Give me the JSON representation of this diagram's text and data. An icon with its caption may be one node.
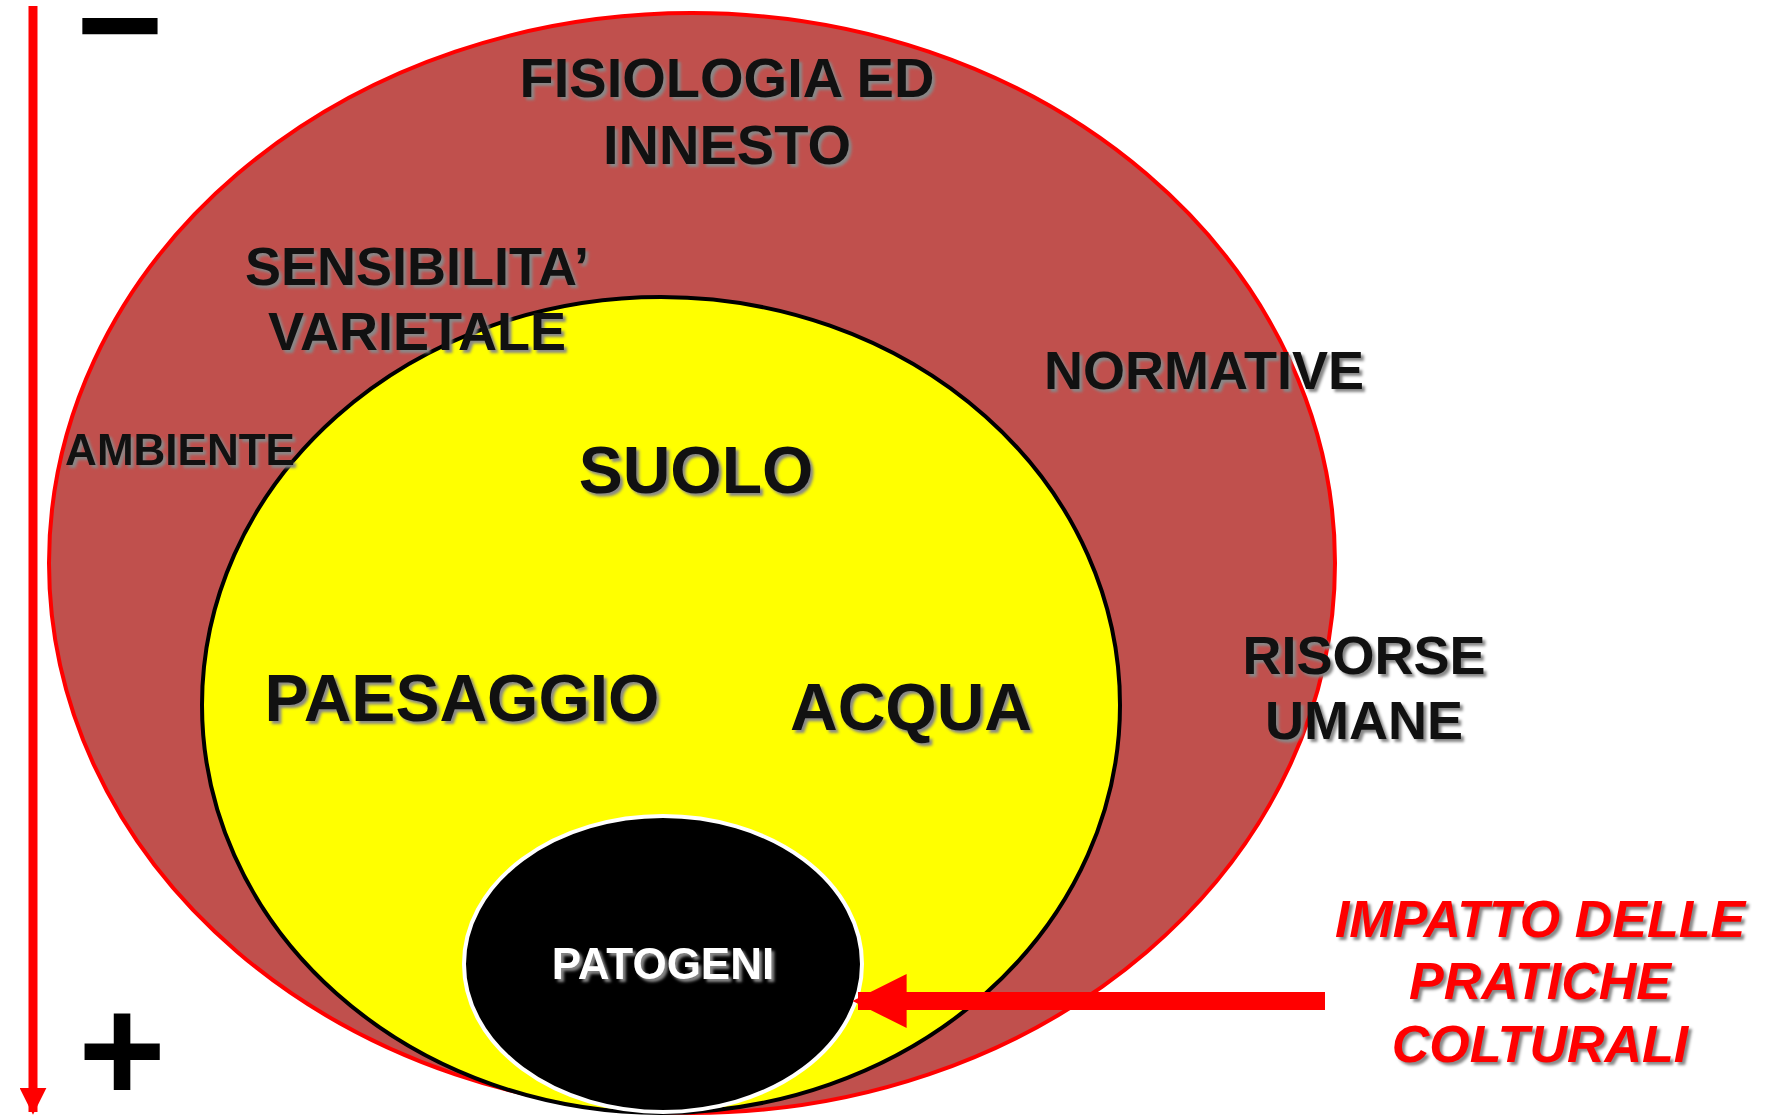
{
  "diagram": {
    "nodes": [
      {
        "text": [
          "FISIOLOGIA ED INNESTO",
          "SENSIBILITA’ VARIETALE",
          "AMBIENTE",
          "NORMATIVE",
          "RISORSE UMANE"
        ]
      },
      {
        "text": [
          "SUOLO",
          "PAESAGGIO",
          "ACQUA"
        ],
        "in": 0
      },
      {
        "text": [
          "PATOGENI"
        ],
        "in": 1
      },
      {
        "text": [
          "IMPATTO DELLE PRATICHE COLTURALI"
        ]
      }
    ],
    "edges": [
      {
        "from": 3,
        "to": 2,
        "arrow": "to",
        "color": "#ff0000"
      }
    ],
    "labels": [
      "−",
      "+"
    ]
  }
}
